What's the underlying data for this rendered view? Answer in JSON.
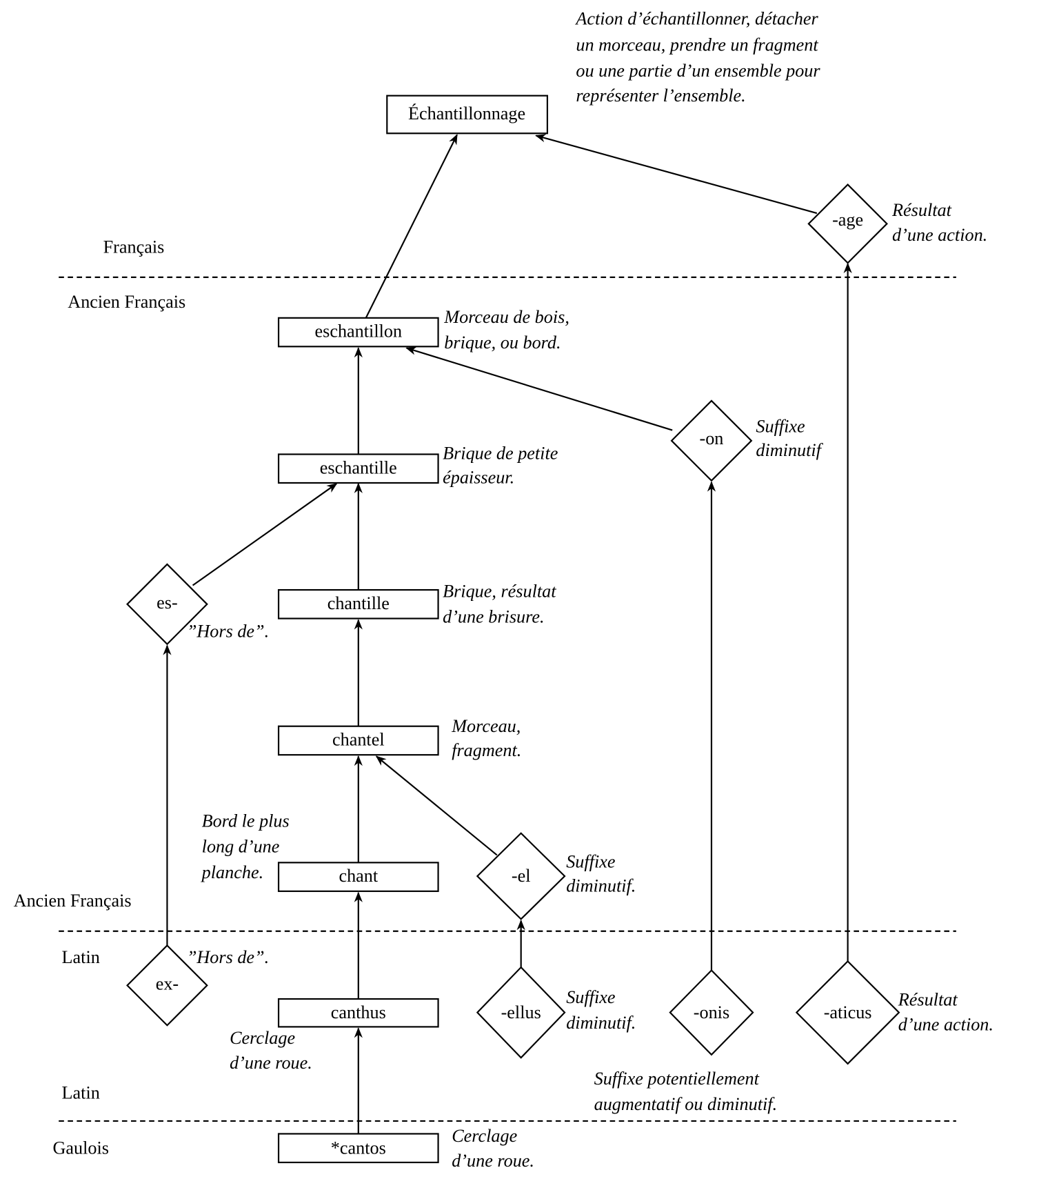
{
  "periods": {
    "francais": "Français",
    "ancien_francais_top": "Ancien Français",
    "ancien_francais_bottom": "Ancien Français",
    "latin_top": "Latin",
    "latin_bottom": "Latin",
    "gaulois": "Gaulois"
  },
  "nodes": {
    "echantillonnage": "Échantillonnage",
    "eschantillon": "eschantillon",
    "eschantille": "eschantille",
    "chantille": "chantille",
    "chantel": "chantel",
    "chant": "chant",
    "canthus": "canthus",
    "cantos": "*cantos",
    "age": "-age",
    "on": "-on",
    "es": "es-",
    "el": "-el",
    "ex": "ex-",
    "ellus": "-ellus",
    "onis": "-onis",
    "aticus": "-aticus"
  },
  "notes": {
    "echantillonnage": [
      "Action d’échantillonner, détacher",
      "un morceau, prendre un fragment",
      "ou une partie d’un ensemble pour",
      "représenter l’ensemble."
    ],
    "age": [
      "Résultat",
      "d’une action."
    ],
    "eschantillon": [
      "Morceau de bois,",
      "brique, ou bord."
    ],
    "on": [
      "Suffixe",
      "diminutif"
    ],
    "eschantille": [
      "Brique de petite",
      "épaisseur."
    ],
    "es": "”Hors de”.",
    "chantille": [
      "Brique, résultat",
      "d’une brisure."
    ],
    "chantel": [
      "Morceau,",
      "fragment."
    ],
    "chant": [
      "Bord le plus",
      "long d’une",
      "planche."
    ],
    "el": [
      "Suffixe",
      "diminutif."
    ],
    "ex": "”Hors de”.",
    "canthus": [
      "Cerclage",
      "d’une roue."
    ],
    "ellus": [
      "Suffixe",
      "diminutif."
    ],
    "aticus": [
      "Résultat",
      "d’une action."
    ],
    "onis": [
      "Suffixe potentiellement",
      "augmentatif ou diminutif."
    ],
    "cantos": [
      "Cerclage",
      "d’une roue."
    ]
  }
}
